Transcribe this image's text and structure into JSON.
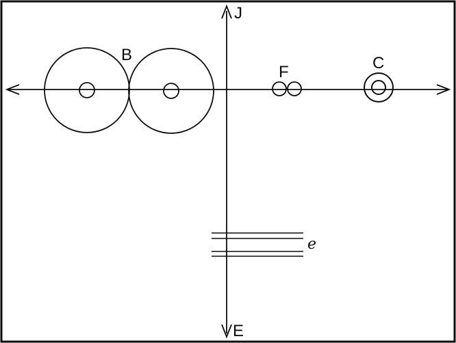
{
  "diagram": {
    "labels": {
      "vertical_top": "J",
      "vertical_bottom": "E",
      "coil_pair": "B",
      "gap": "F",
      "ring": "C",
      "capacitor": "e"
    },
    "colors": {
      "ink": "#0d0d0d",
      "background": "#ffffff"
    }
  }
}
